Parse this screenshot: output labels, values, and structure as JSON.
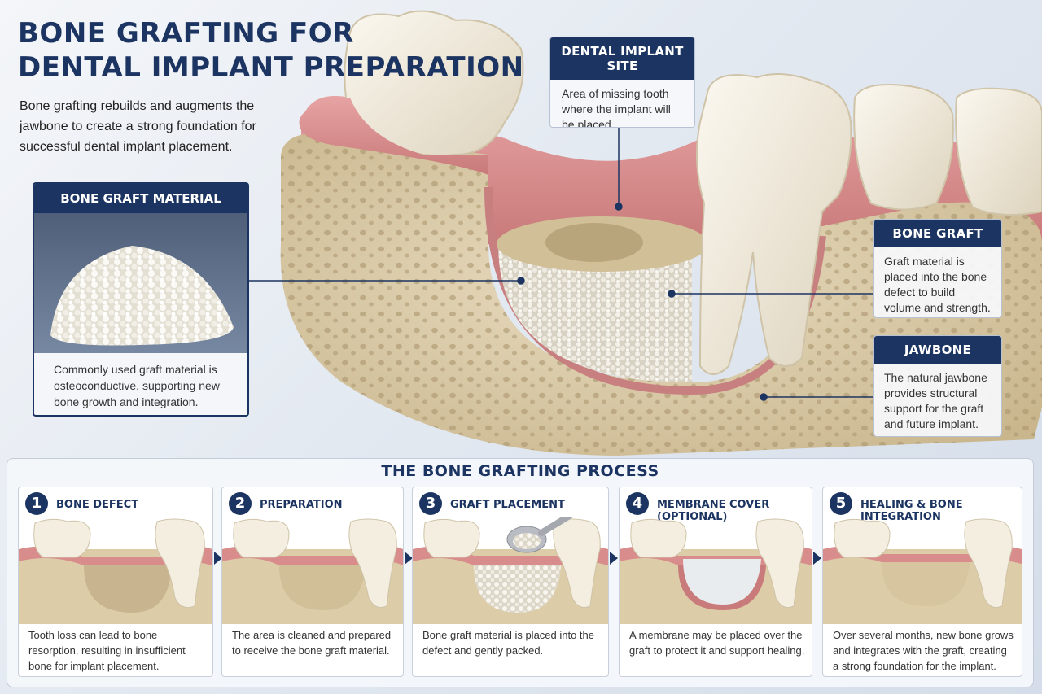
{
  "title": {
    "line1": "BONE GRAFTING FOR",
    "line2": "DENTAL IMPLANT PREPARATION"
  },
  "intro": "Bone grafting rebuilds and augments the jawbone to create a strong foundation for successful dental implant placement.",
  "graft_material": {
    "heading": "BONE GRAFT MATERIAL",
    "description": "Commonly used graft material is osteoconductive, supporting new bone growth and integration."
  },
  "callouts": {
    "implant_site": {
      "heading": "DENTAL IMPLANT SITE",
      "text": "Area of missing tooth where the implant will be placed."
    },
    "bone_graft": {
      "heading": "BONE GRAFT",
      "text": "Graft material is placed into the bone defect to build volume and strength."
    },
    "jawbone": {
      "heading": "JAWBONE",
      "text": "The natural jawbone provides structural support for the graft and future implant."
    }
  },
  "process": {
    "title": "THE BONE GRAFTING PROCESS",
    "steps": [
      {
        "number": "1",
        "label": "BONE DEFECT",
        "text": "Tooth loss can lead to bone resorption, resulting in insufficient bone for implant placement."
      },
      {
        "number": "2",
        "label": "PREPARATION",
        "text": "The area is cleaned and prepared to receive the bone graft material."
      },
      {
        "number": "3",
        "label": "GRAFT PLACEMENT",
        "text": "Bone graft material is placed into the defect and gently packed."
      },
      {
        "number": "4",
        "label": "MEMBRANE COVER (OPTIONAL)",
        "text": "A membrane may be placed over the graft to protect it and support healing."
      },
      {
        "number": "5",
        "label": "HEALING & BONE INTEGRATION",
        "text": "Over several months, new bone grows and integrates with the graft, creating a strong foundation for the implant."
      }
    ]
  },
  "colors": {
    "navy": "#1c3461",
    "bone": "#dccca8",
    "gum": "#d98c8c",
    "tooth": "#f1ead8"
  }
}
